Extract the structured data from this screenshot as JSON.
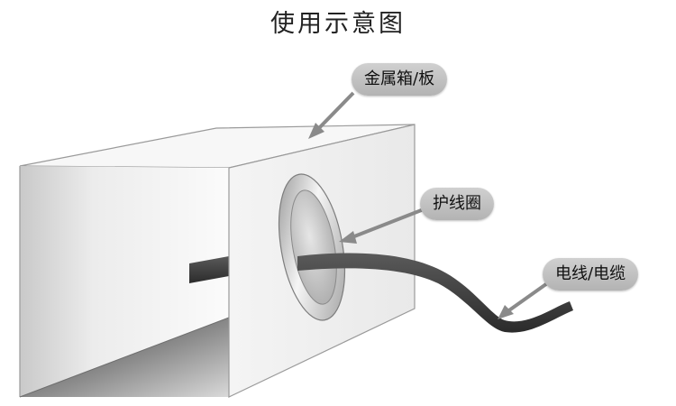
{
  "title": "使用示意图",
  "callouts": {
    "box": "金属箱/板",
    "grommet": "护线圈",
    "cable": "电线/电缆"
  },
  "colors": {
    "callout_fill": "#c4c4c4",
    "cable": "#3a3a3a",
    "arrow": "#8a8a8a"
  }
}
